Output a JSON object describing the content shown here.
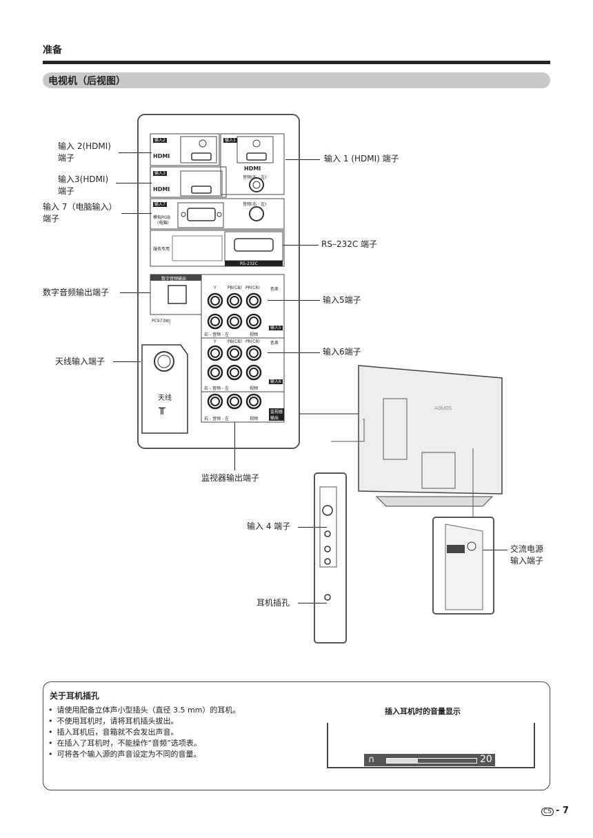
{
  "header": {
    "section": "准备",
    "title": "电视机（后视图）"
  },
  "labels": {
    "hdmi2": [
      "输入 2(HDMI)",
      "端子"
    ],
    "hdmi3": [
      "输入3(HDMI)",
      "端子"
    ],
    "pc7": [
      "输入 7（电脑输入）",
      "端子"
    ],
    "digital": "数字音频输出端子",
    "antenna": "天线输入端子",
    "hdmi1": "输入 1 (HDMI) 端子",
    "rs232": "RS–232C 端子",
    "in5": "输入5端子",
    "in6": "输入6端子",
    "monitor": "监视器输出端子",
    "in4": "输入 4 端子",
    "headphone": "耳机插孔",
    "ac": [
      "交流电源",
      "输入端子"
    ]
  },
  "panel": {
    "in2": "输入2",
    "in1": "输入1",
    "in3": "输入3",
    "in7": "输入7",
    "hdmi": "HDMI",
    "audio_rl": "音频(右 · 左)",
    "analog_rgb": "模拟RGB",
    "pc": "(电脑)",
    "service": "服务专用",
    "rs232": "RS-232C",
    "digital_out": "数字音频输出",
    "model": "PC973WJ",
    "y": "Y",
    "pb": "PB(CB)",
    "pr": "PR(CR)",
    "color": "色差",
    "audio_r_l": "右 - 音频 - 左",
    "video": "视频",
    "in5": "输入5",
    "in6": "输入6",
    "antenna": "天线",
    "monitor_out": [
      "监视器",
      "输出"
    ],
    "tv_brand": "AQUOS"
  },
  "note": {
    "title": "关于耳机插孔",
    "bullets": [
      "请使用配备立体声小型插头（直径 3.5 mm）的耳机。",
      "不使用耳机时，请将耳机插头拔出。",
      "插入耳机后，音箱就不会发出声音。",
      "在插入了耳机时，不能操作“音频”选项表。",
      "可将各个输入源的声音设定为不同的音量。"
    ],
    "volume_title": "插入耳机时的音量显示",
    "volume_value": "20",
    "volume_level": 0.35
  },
  "footer": {
    "lang": "CS",
    "page": "- 7"
  }
}
